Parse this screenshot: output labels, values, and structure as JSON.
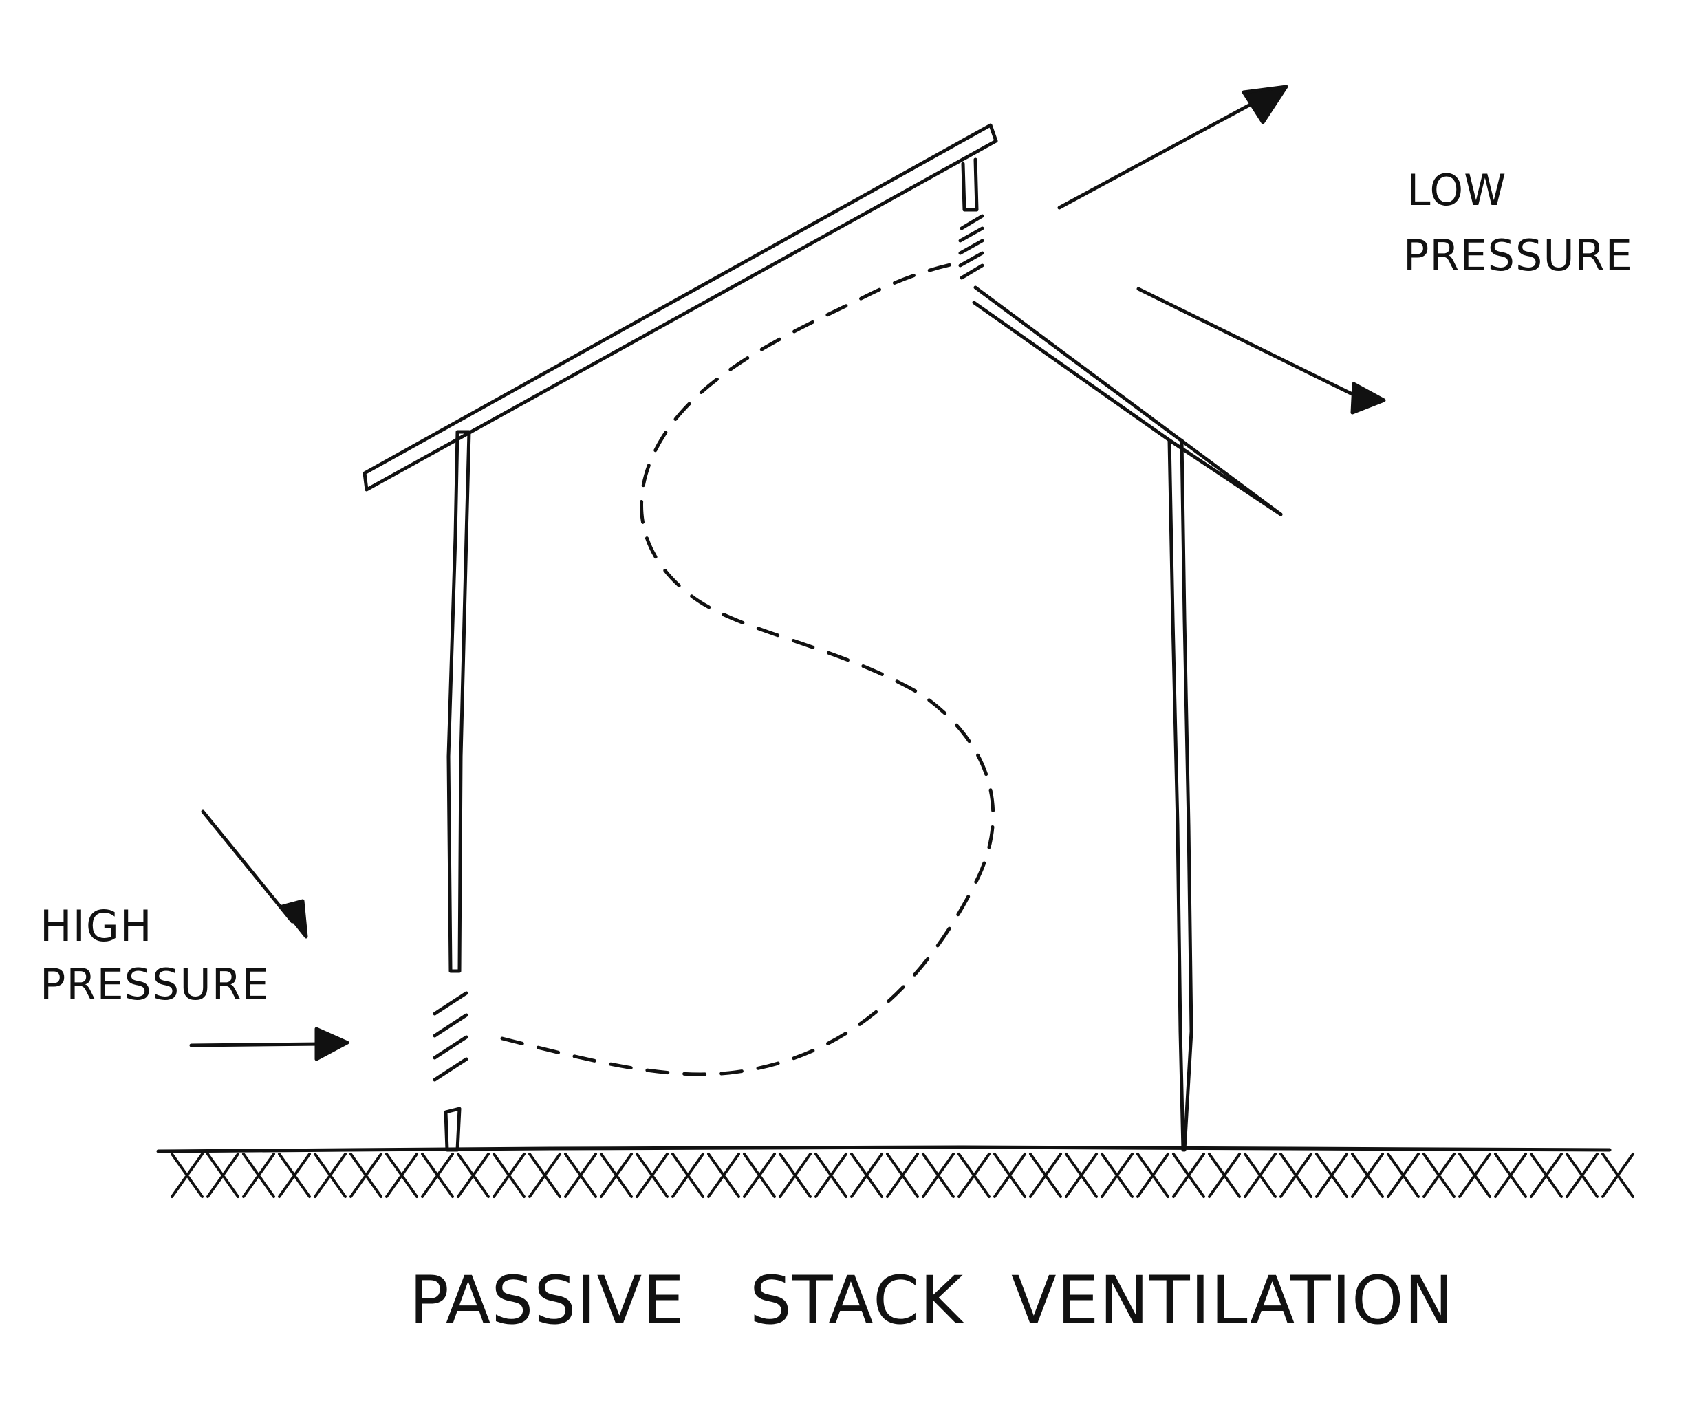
{
  "low_pressure": {
    "line1": "Low",
    "line2": "Pressure"
  },
  "high_pressure": {
    "line1": "High",
    "line2": "Pressure"
  },
  "title": {
    "word1": "Passive",
    "word2": "Stack",
    "word3": "Ventilation"
  },
  "colors": {
    "ink": "#111111",
    "paper": "#ffffff"
  }
}
